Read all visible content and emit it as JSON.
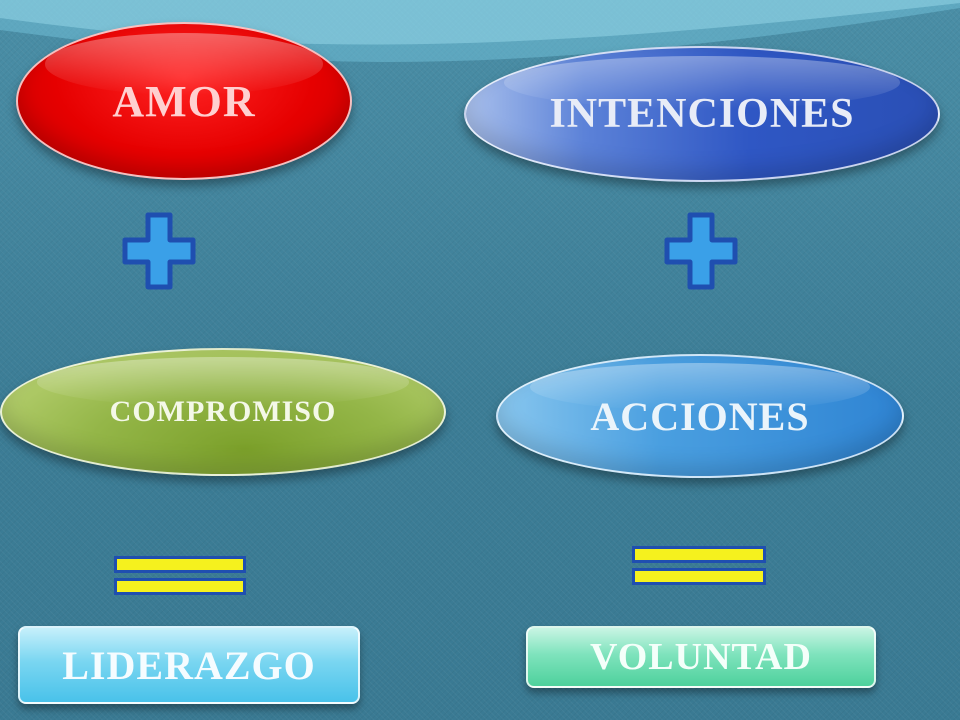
{
  "slide": {
    "ovals": {
      "amor": "AMOR",
      "intenciones": "INTENCIONES",
      "compromiso": "COMPROMISO",
      "acciones": "ACCIONES"
    },
    "results": {
      "liderazgo": "LIDERAZGO",
      "voluntad": "VOLUNTAD"
    },
    "symbols": {
      "plus_icon": "plus-icon",
      "equals_icon": "equals-icon"
    },
    "colors": {
      "background": "#3f8099",
      "amor": "#e60000",
      "intenciones": "#2f57c4",
      "compromiso": "#94b648",
      "acciones": "#4a9fe0",
      "liderazgo": "#49c2ea",
      "voluntad": "#4ed19c",
      "symbol_fill_plus": "#3aa0e8",
      "symbol_fill_equals": "#f5f11e",
      "symbol_border": "#1f4fb0"
    }
  }
}
